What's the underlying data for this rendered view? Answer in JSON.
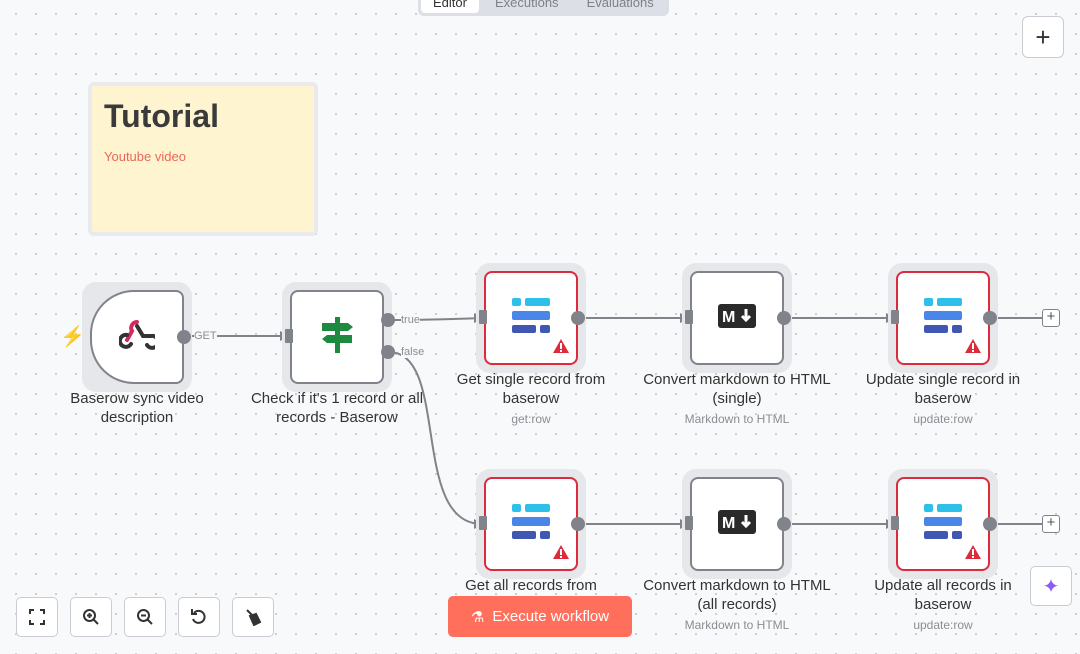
{
  "tabs": [
    {
      "label": "Editor",
      "active": true
    },
    {
      "label": "Executions"
    },
    {
      "label": "Evaluations"
    }
  ],
  "sticky": {
    "title": "Tutorial",
    "link": "Youtube video"
  },
  "nodes": {
    "trigger": {
      "label": "Baserow sync video description",
      "icon": "webhook-icon"
    },
    "if": {
      "label": "Check if it's 1 record or all records - Baserow",
      "icon": "signpost-icon"
    },
    "get_single": {
      "label": "Get single record from baserow",
      "sub": "get:row",
      "icon": "baserow-icon",
      "warning": true
    },
    "convert_single": {
      "label": "Convert markdown to HTML (single)",
      "sub": "Markdown to HTML",
      "icon": "markdown-icon"
    },
    "update_single": {
      "label": "Update single record in baserow",
      "sub": "update:row",
      "icon": "baserow-icon",
      "warning": true
    },
    "get_all": {
      "label": "Get all records from",
      "icon": "baserow-icon",
      "warning": true
    },
    "convert_all": {
      "label": "Convert markdown to HTML (all records)",
      "sub": "Markdown to HTML",
      "icon": "markdown-icon"
    },
    "update_all": {
      "label": "Update all records in baserow",
      "sub": "update:row",
      "icon": "baserow-icon",
      "warning": true
    }
  },
  "edges": {
    "get": "GET",
    "true": "true",
    "false": "false"
  },
  "execute_label": "Execute workflow",
  "colors": {
    "accent": "#ff6f5c",
    "error": "#dc2b3b",
    "sticky": "#fff4d0"
  }
}
